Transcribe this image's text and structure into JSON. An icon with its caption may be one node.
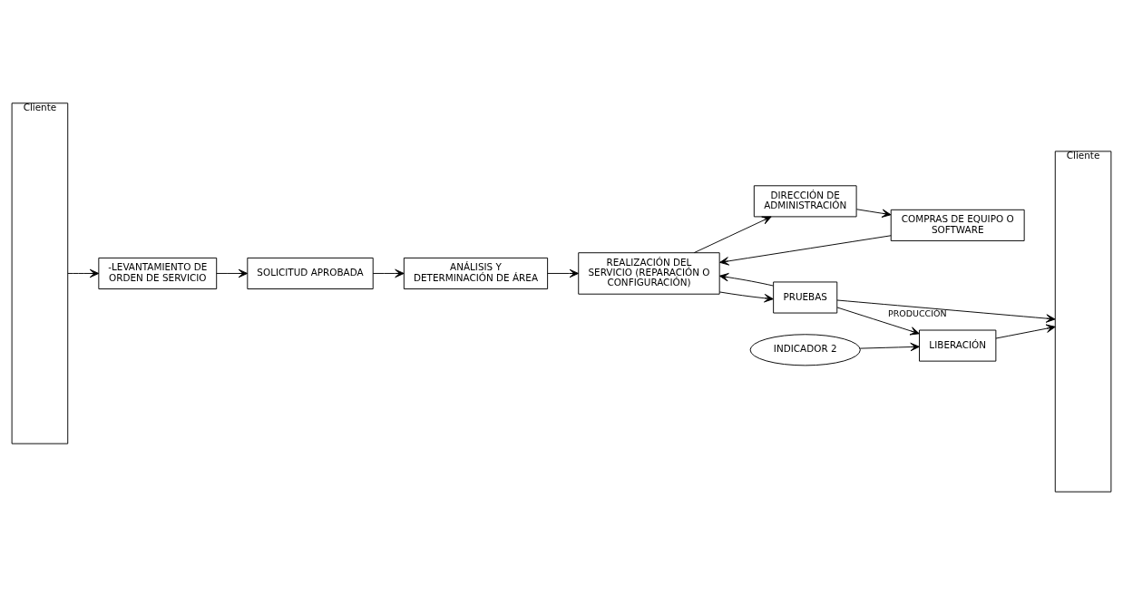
{
  "diagram": {
    "nodes": [
      {
        "text": [
          "Cliente"
        ]
      },
      {
        "text": [
          "-LEVANTAMIENTO DE ORDEN DE SERVICIO"
        ]
      },
      {
        "text": [
          "SOLICITUD APROBADA"
        ]
      },
      {
        "text": [
          "ANÁLISIS Y DETERMINACIÓN DE ÁREA"
        ]
      },
      {
        "text": [
          "REALIZACIÓN DEL SERVICIO (REPARACIÓN O CONFIGURACIÓN)"
        ]
      },
      {
        "text": [
          "DIRECCIÓN DE ADMINISTRACIÓN"
        ]
      },
      {
        "text": [
          "COMPRAS DE EQUIPO O SOFTWARE"
        ]
      },
      {
        "text": [
          "PRUEBAS"
        ]
      },
      {
        "text": [
          "INDICADOR 2"
        ]
      },
      {
        "text": [
          "LIBERACIÓN"
        ]
      },
      {
        "text": [
          "Cliente"
        ]
      }
    ],
    "edges": [
      {
        "from": 0,
        "to": 1,
        "arrow": "to"
      },
      {
        "from": 1,
        "to": 2,
        "arrow": "to"
      },
      {
        "from": 2,
        "to": 3,
        "arrow": "to"
      },
      {
        "from": 3,
        "to": 4,
        "arrow": "to"
      },
      {
        "from": 4,
        "to": 5,
        "arrow": "to"
      },
      {
        "from": 5,
        "to": 6,
        "arrow": "to"
      },
      {
        "from": 6,
        "to": 4,
        "arrow": "to"
      },
      {
        "from": 4,
        "to": 7,
        "arrow": "to"
      },
      {
        "from": 7,
        "to": 4,
        "arrow": "to"
      },
      {
        "from": 7,
        "to": 10,
        "arrow": "to",
        "label": "PRODUCCIÓN"
      },
      {
        "from": 7,
        "to": 9,
        "arrow": "to"
      },
      {
        "from": 8,
        "to": 9,
        "arrow": "to"
      },
      {
        "from": 9,
        "to": 10,
        "arrow": "to"
      }
    ]
  }
}
